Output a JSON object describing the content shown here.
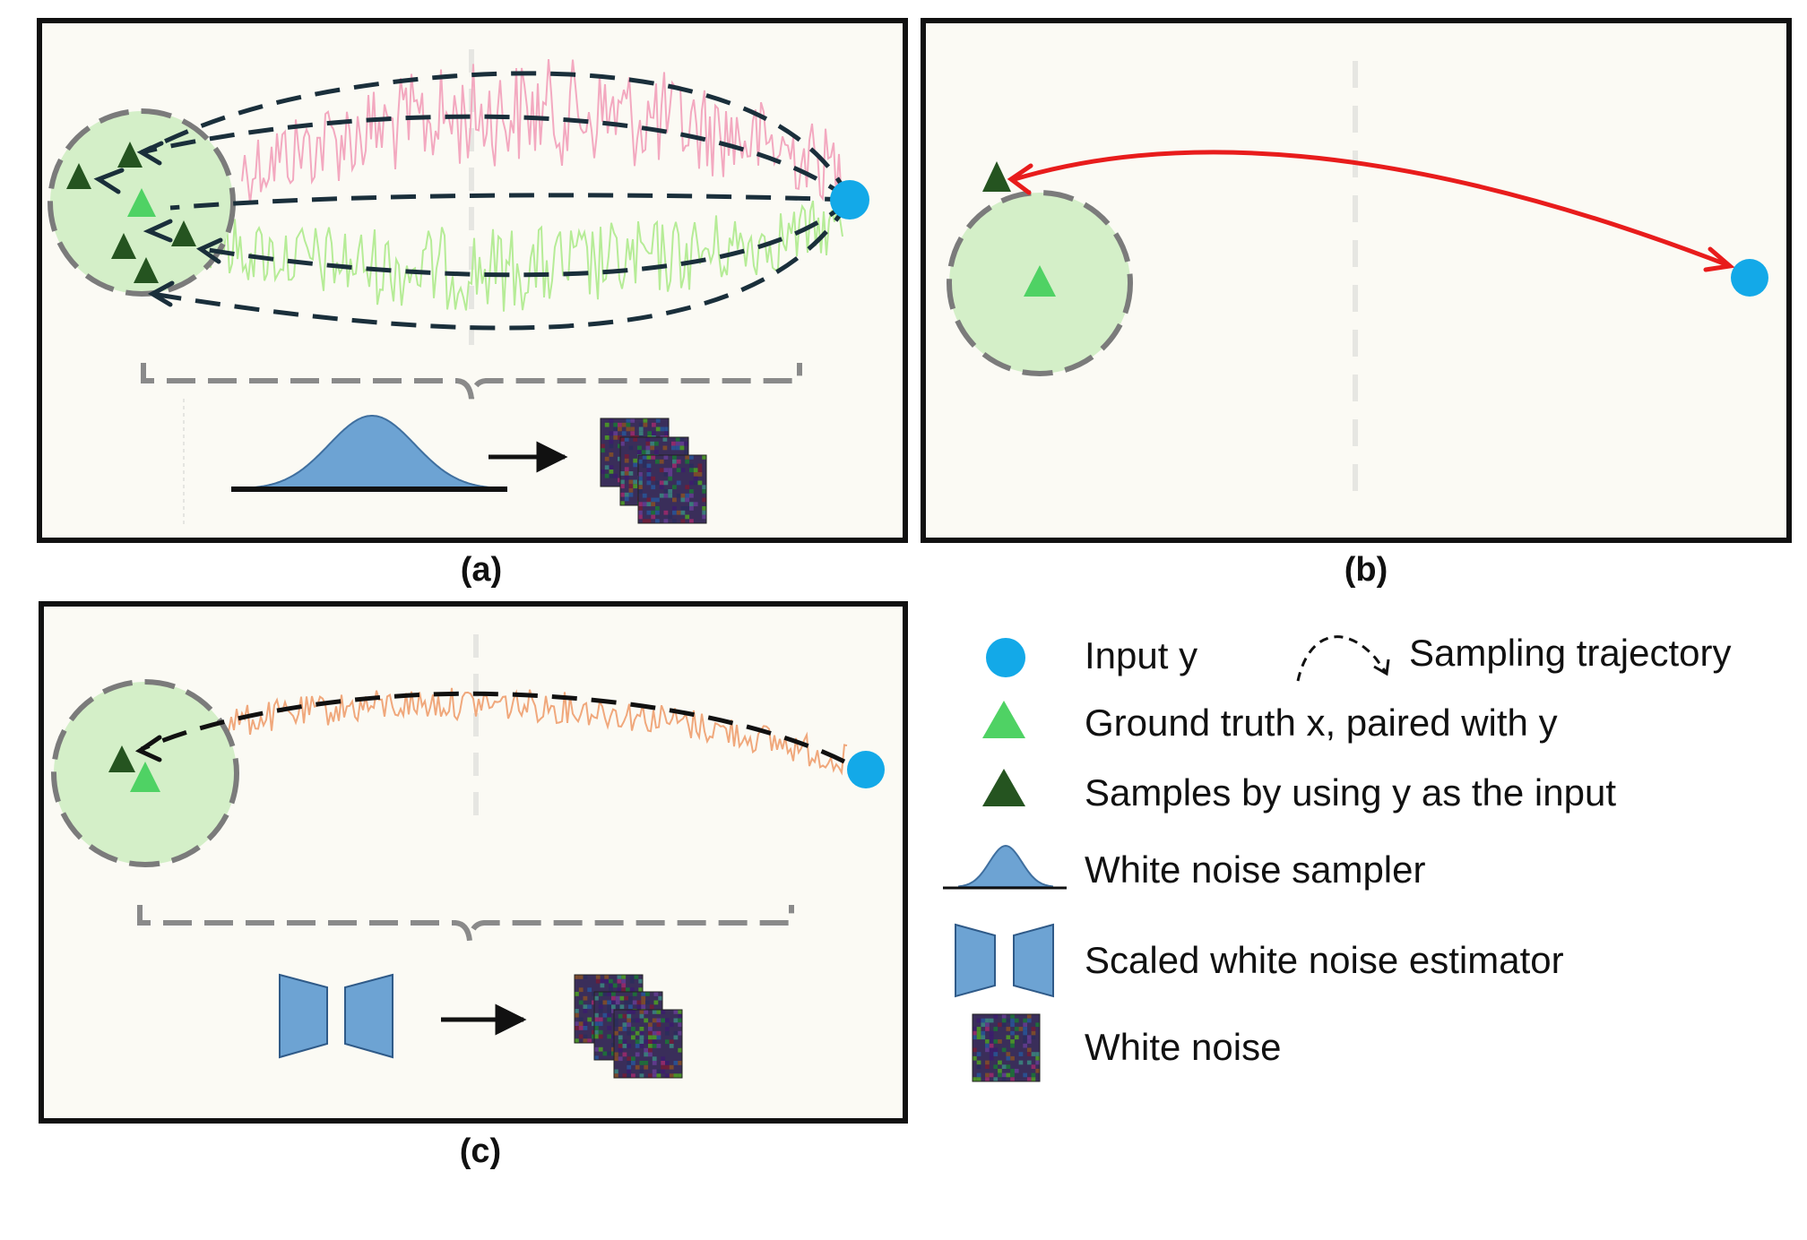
{
  "panels": {
    "a": {
      "caption": "(a)"
    },
    "b": {
      "caption": "(b)"
    },
    "c": {
      "caption": "(c)"
    }
  },
  "legend": {
    "input_y": "Input y",
    "sampling_trajectory": "Sampling trajectory",
    "ground_truth": "Ground truth x, paired with y",
    "samples": "Samples by using y as the input",
    "white_noise_sampler": "White noise  sampler",
    "scaled_estimator": "Scaled white noise estimator",
    "white_noise": "White noise"
  },
  "colors": {
    "input_point": "#13a9e8",
    "ground_truth": "#4fd264",
    "sample": "#255420",
    "region_fill": "#d4efc8",
    "direct_path": "#e81c1c",
    "trajectory": "#1a2f3b",
    "noise_pink": "#f3a9c0",
    "noise_green": "#b6ec97",
    "noise_orange": "#f0a87c",
    "sampler_fill": "#6da3d3",
    "panel_bg": "#fbfaf4"
  },
  "icons": [
    "circle-icon",
    "triangle-icon",
    "dashed-arrow-icon",
    "gaussian-icon",
    "bowtie-icon",
    "noise-square-icon"
  ]
}
